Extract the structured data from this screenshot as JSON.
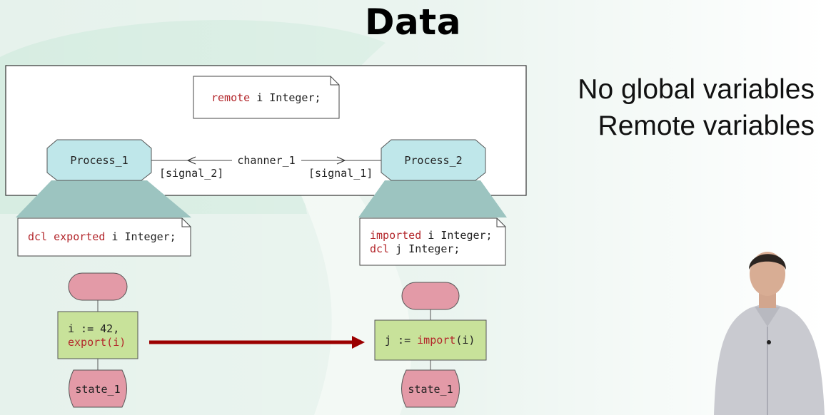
{
  "slide": {
    "title": "Data",
    "bullets": [
      "No global variables",
      "Remote variables"
    ]
  },
  "system": {
    "remote_decl": {
      "keyword": "remote",
      "rest": " i Integer;"
    },
    "process_left": "Process_1",
    "process_right": "Process_2",
    "channel": "channer_1",
    "signal_left": "[signal_2]",
    "signal_right": "[signal_1]"
  },
  "process1": {
    "decl": {
      "kw1": "dcl",
      "kw2": "exported",
      "rest": " i Integer;"
    },
    "task_line1": "i := 42,",
    "task_line2": "export(i)",
    "state": "state_1"
  },
  "process2": {
    "decl_line1": {
      "kw": "imported",
      "rest": " i Integer;"
    },
    "decl_line2": {
      "kw": "dcl",
      "rest": " j Integer;"
    },
    "task": {
      "lhs": "j := ",
      "kw": "import",
      "rest": "(i)"
    },
    "state": "state_1"
  },
  "colors": {
    "process_fill": "#bfe7ea",
    "start_fill": "#e39aa7",
    "task_fill": "#c8e29a",
    "arrow": "#9b0000",
    "trapezoid": "#9cc4c0"
  }
}
